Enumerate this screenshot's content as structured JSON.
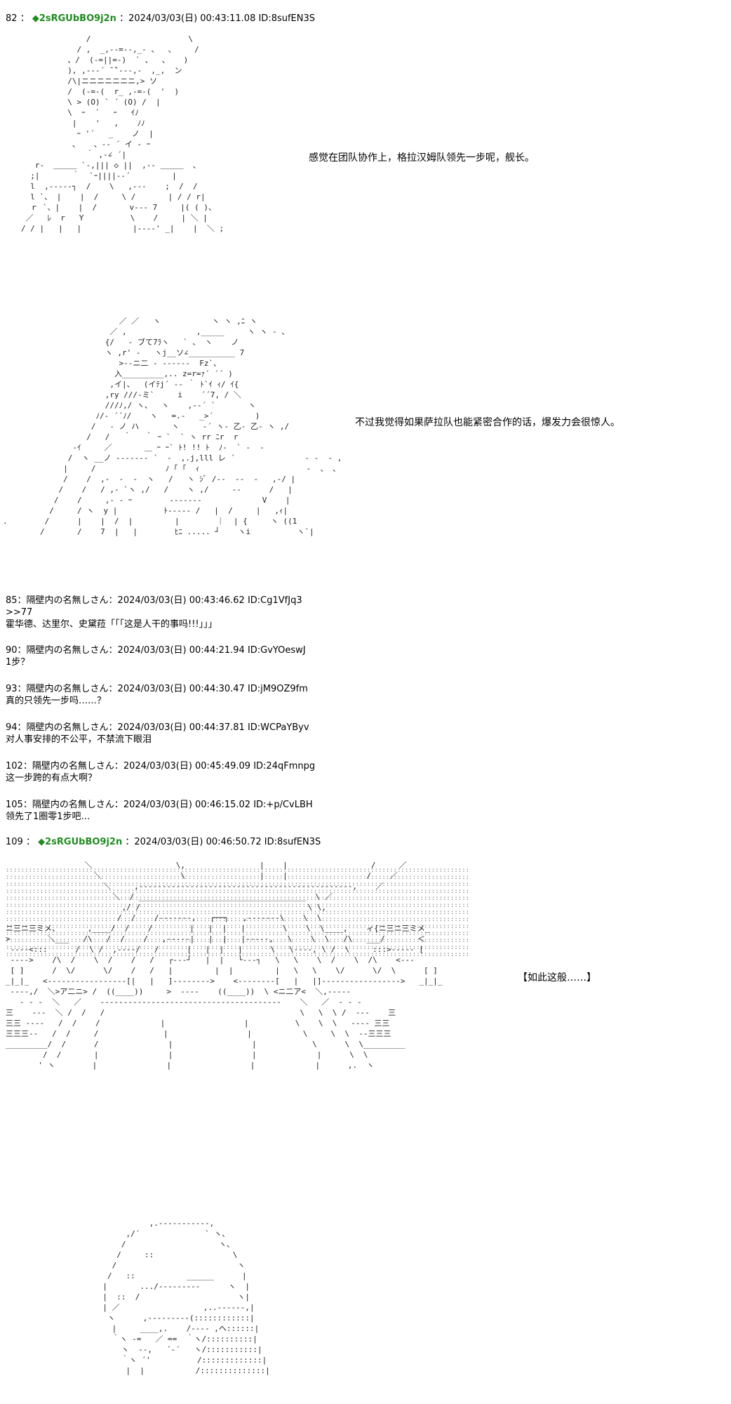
{
  "posts": [
    {
      "num": "82",
      "sep": "：",
      "trip": "2sRGUbBO9j2n",
      "meta": "：2024/03/03(日) 00:43:11.08 ID:8sufEN3S"
    },
    {
      "num": "85",
      "header": "85：隔壁内の名無しさん：2024/03/03(日) 00:43:46.62 ID:Cg1VfJq3",
      "lines": [
        ">>77",
        "霍华德、达里尔、史黛菈「「「这是人干的事吗!!!」」」"
      ]
    },
    {
      "num": "90",
      "header": "90：隔壁内の名無しさん：2024/03/03(日) 00:44:21.94 ID:GvYOeswJ",
      "lines": [
        "1步？"
      ]
    },
    {
      "num": "93",
      "header": "93：隔壁内の名無しさん：2024/03/03(日) 00:44:30.47 ID:jM9OZ9fm",
      "lines": [
        "真的只领先一步吗……？"
      ]
    },
    {
      "num": "94",
      "header": "94：隔壁内の名無しさん：2024/03/03(日) 00:44:37.81 ID:WCPaYByv",
      "lines": [
        "对人事安排的不公平，不禁流下眼泪"
      ]
    },
    {
      "num": "102",
      "header": "102：隔壁内の名無しさん：2024/03/03(日) 00:45:49.09 ID:24qFmnpg",
      "lines": [
        "这一步跨的有点大啊？"
      ]
    },
    {
      "num": "105",
      "header": "105：隔壁内の名無しさん：2024/03/03(日) 00:46:15.02 ID:+p/CvLBH",
      "lines": [
        "领先了1圈零1步吧…"
      ]
    },
    {
      "num": "109",
      "sep": "：",
      "trip": "2sRGUbBO9j2n",
      "meta": "：2024/03/03(日) 00:46:50.72 ID:8sufEN3S"
    }
  ],
  "speech": [
    "感觉在团队协作上，格拉汉姆队领先一步呢，舰长。",
    "不过我觉得如果萨拉队也能紧密合作的话，爆发力会很惊人。",
    "【如此这般……】"
  ],
  "diamond": "◆"
}
